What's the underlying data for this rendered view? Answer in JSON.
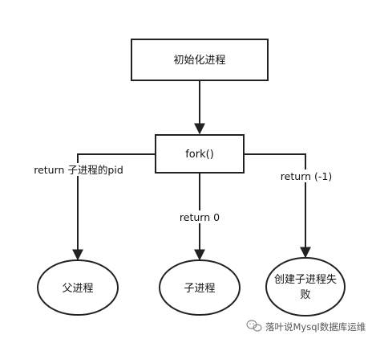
{
  "diagram": {
    "nodes": {
      "init": "初始化进程",
      "fork": "fork()",
      "parent": "父进程",
      "child": "子进程",
      "fail_line1": "创建子进程失",
      "fail_line2": "败"
    },
    "edges": {
      "to_parent": "return 子进程的pid",
      "to_child": "return 0",
      "to_fail": "return (-1)"
    }
  },
  "watermark": {
    "text": "落叶说Mysql数据库运维",
    "icon": "wechat-icon"
  },
  "colors": {
    "stroke": "#222222",
    "background": "#ffffff",
    "watermark": "#8a8a8a"
  }
}
